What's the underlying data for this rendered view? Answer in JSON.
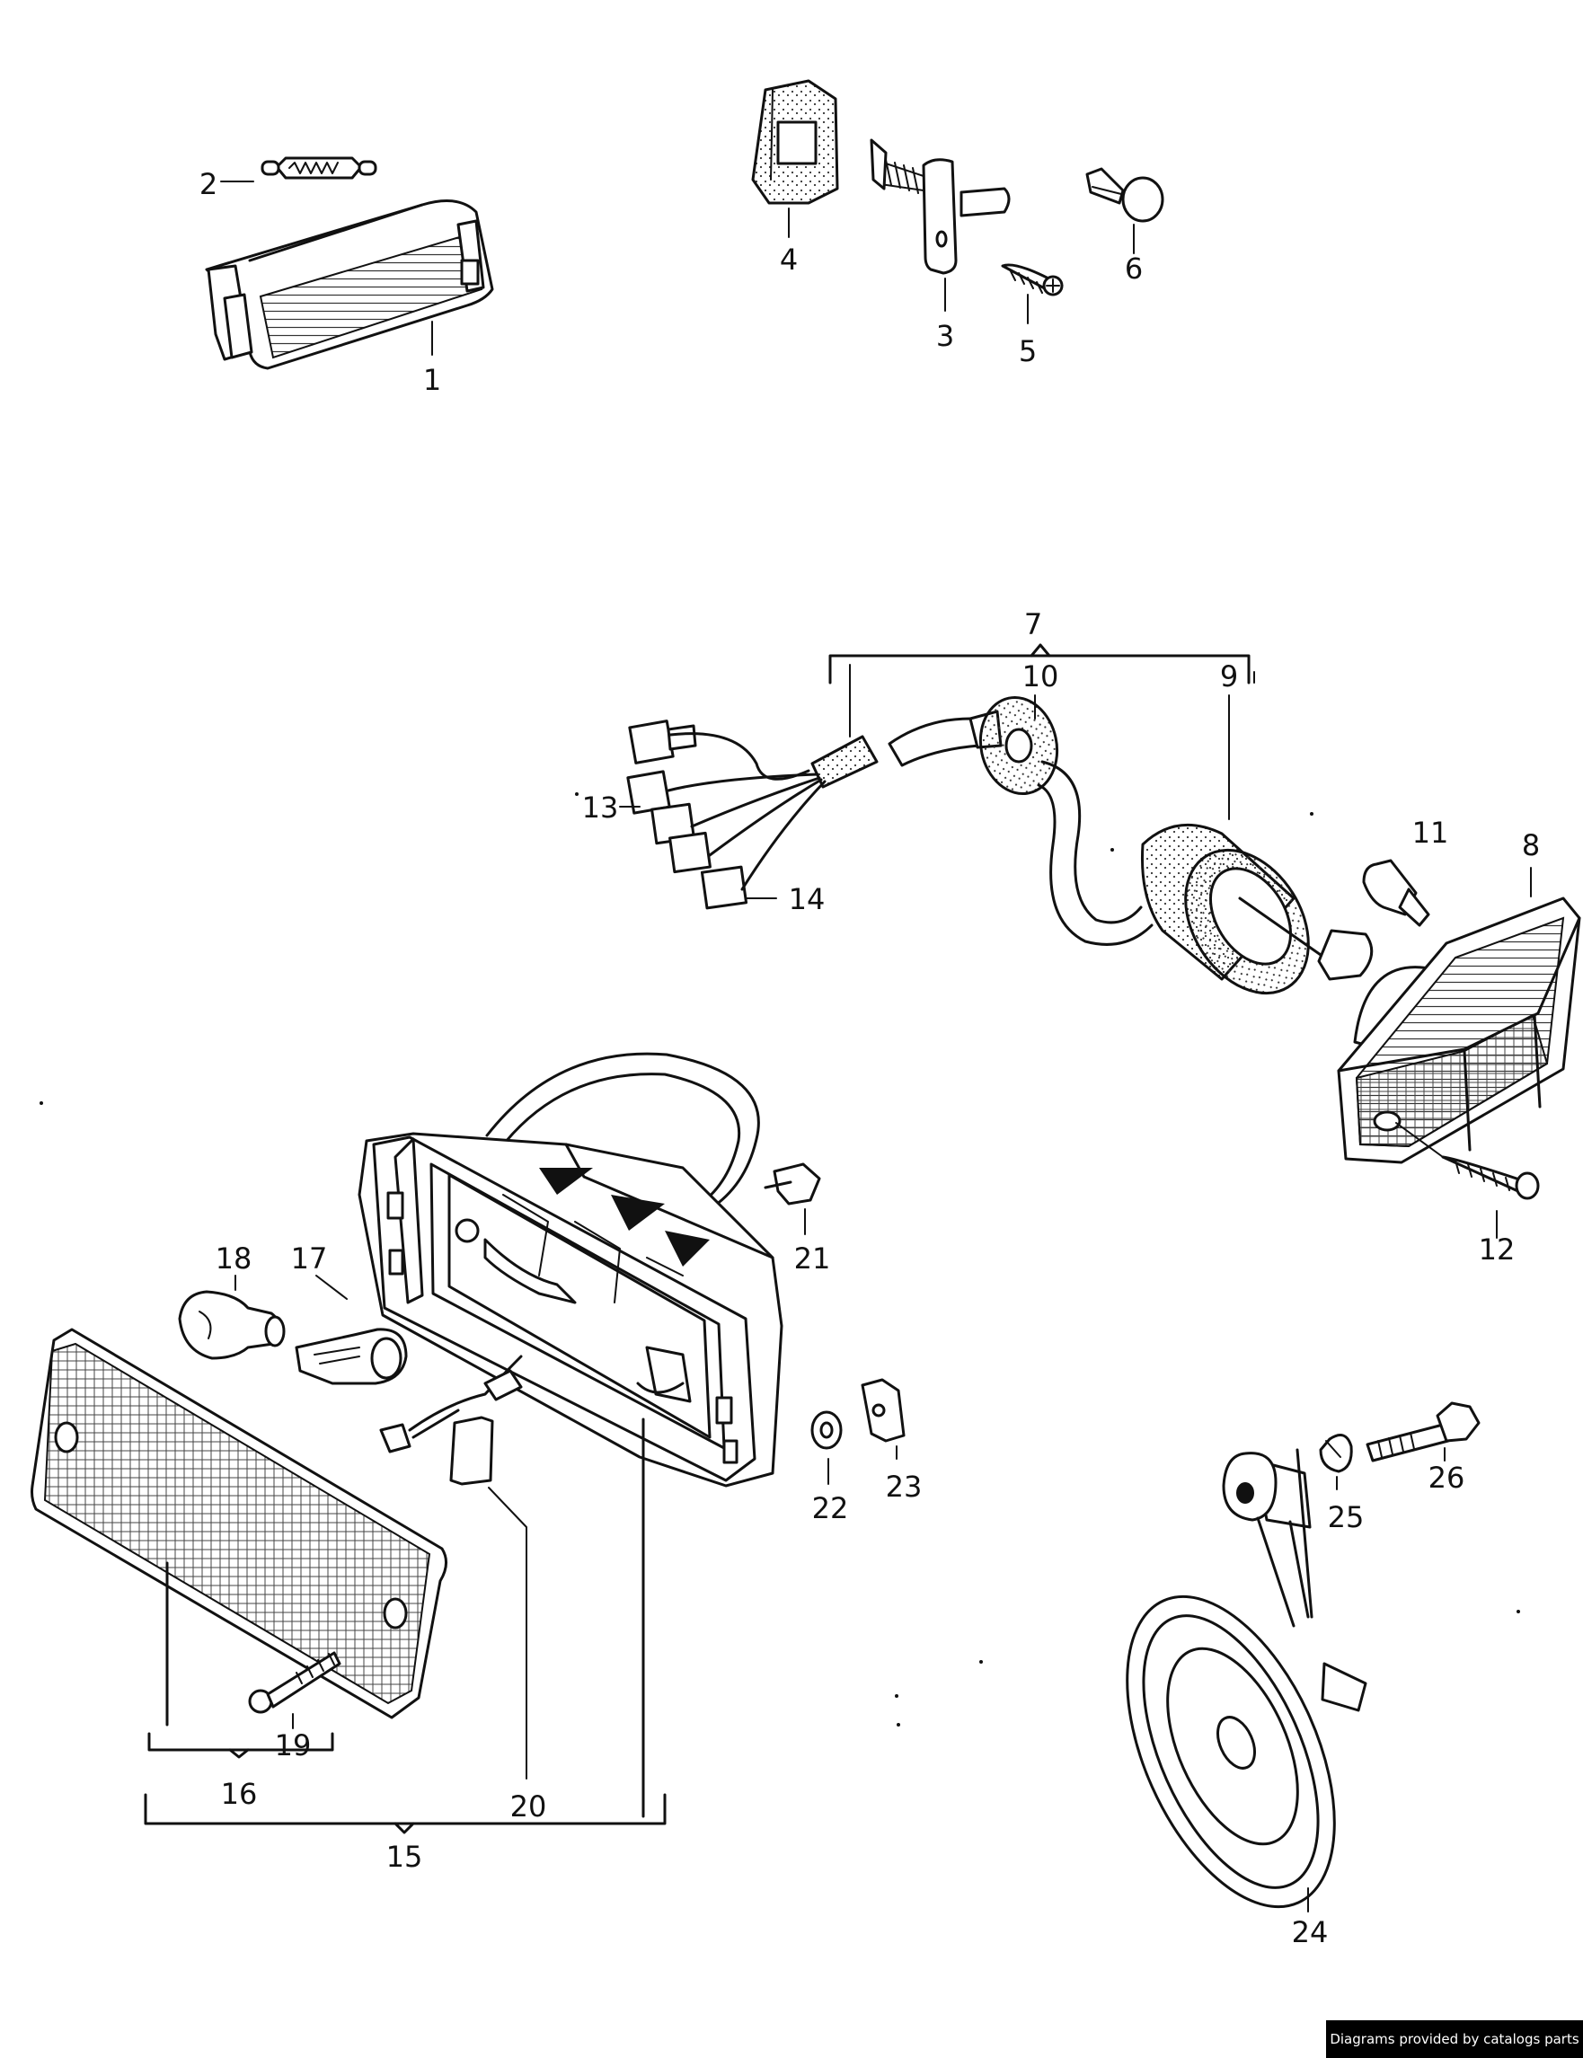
{
  "diagram": {
    "callouts": {
      "c1": "1",
      "c2": "2",
      "c3": "3",
      "c4": "4",
      "c5": "5",
      "c6": "6",
      "c7": "7",
      "c8": "8",
      "c9": "9",
      "c10": "10",
      "c11": "11",
      "c12": "12",
      "c13": "13",
      "c14": "14",
      "c15": "15",
      "c16": "16",
      "c17": "17",
      "c18": "18",
      "c19": "19",
      "c20": "20",
      "c21": "21",
      "c22": "22",
      "c23": "23",
      "c24": "24",
      "c25": "25",
      "c26": "26"
    }
  },
  "credit": "Diagrams provided by catalogs parts"
}
